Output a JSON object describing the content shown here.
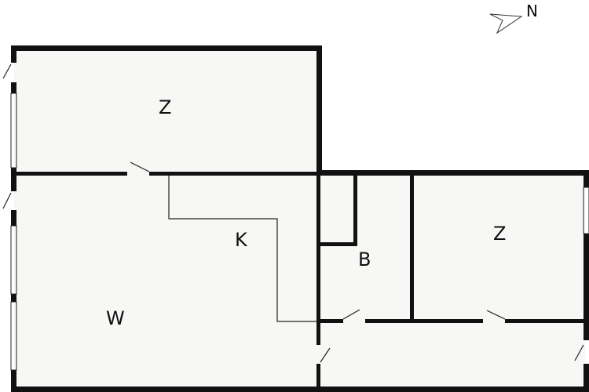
{
  "compass": {
    "label": "N"
  },
  "rooms": [
    {
      "id": "bedroom-top-left",
      "label": "Z"
    },
    {
      "id": "kitchen",
      "label": "K"
    },
    {
      "id": "bathroom",
      "label": "B"
    },
    {
      "id": "bedroom-right",
      "label": "Z"
    },
    {
      "id": "living-room",
      "label": "W"
    }
  ],
  "colors": {
    "wall": "#111111",
    "floor": "#f7f7f6",
    "line": "#222222"
  }
}
